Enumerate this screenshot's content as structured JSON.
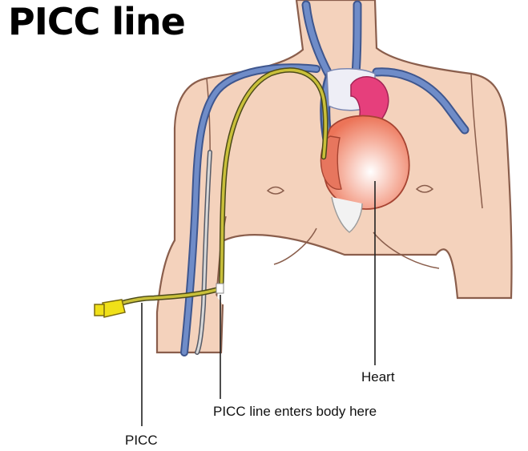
{
  "title": "PICC line",
  "labels": {
    "heart": "Heart",
    "entry": "PICC line enters body here",
    "picc": "PICC"
  },
  "colors": {
    "skin": "#f4d2bc",
    "skin_outline": "#8a5e4c",
    "vein": "#5a75b0",
    "heart": "#f08a6c",
    "catheter": "#c9c03a",
    "connector": "#f0e018"
  }
}
